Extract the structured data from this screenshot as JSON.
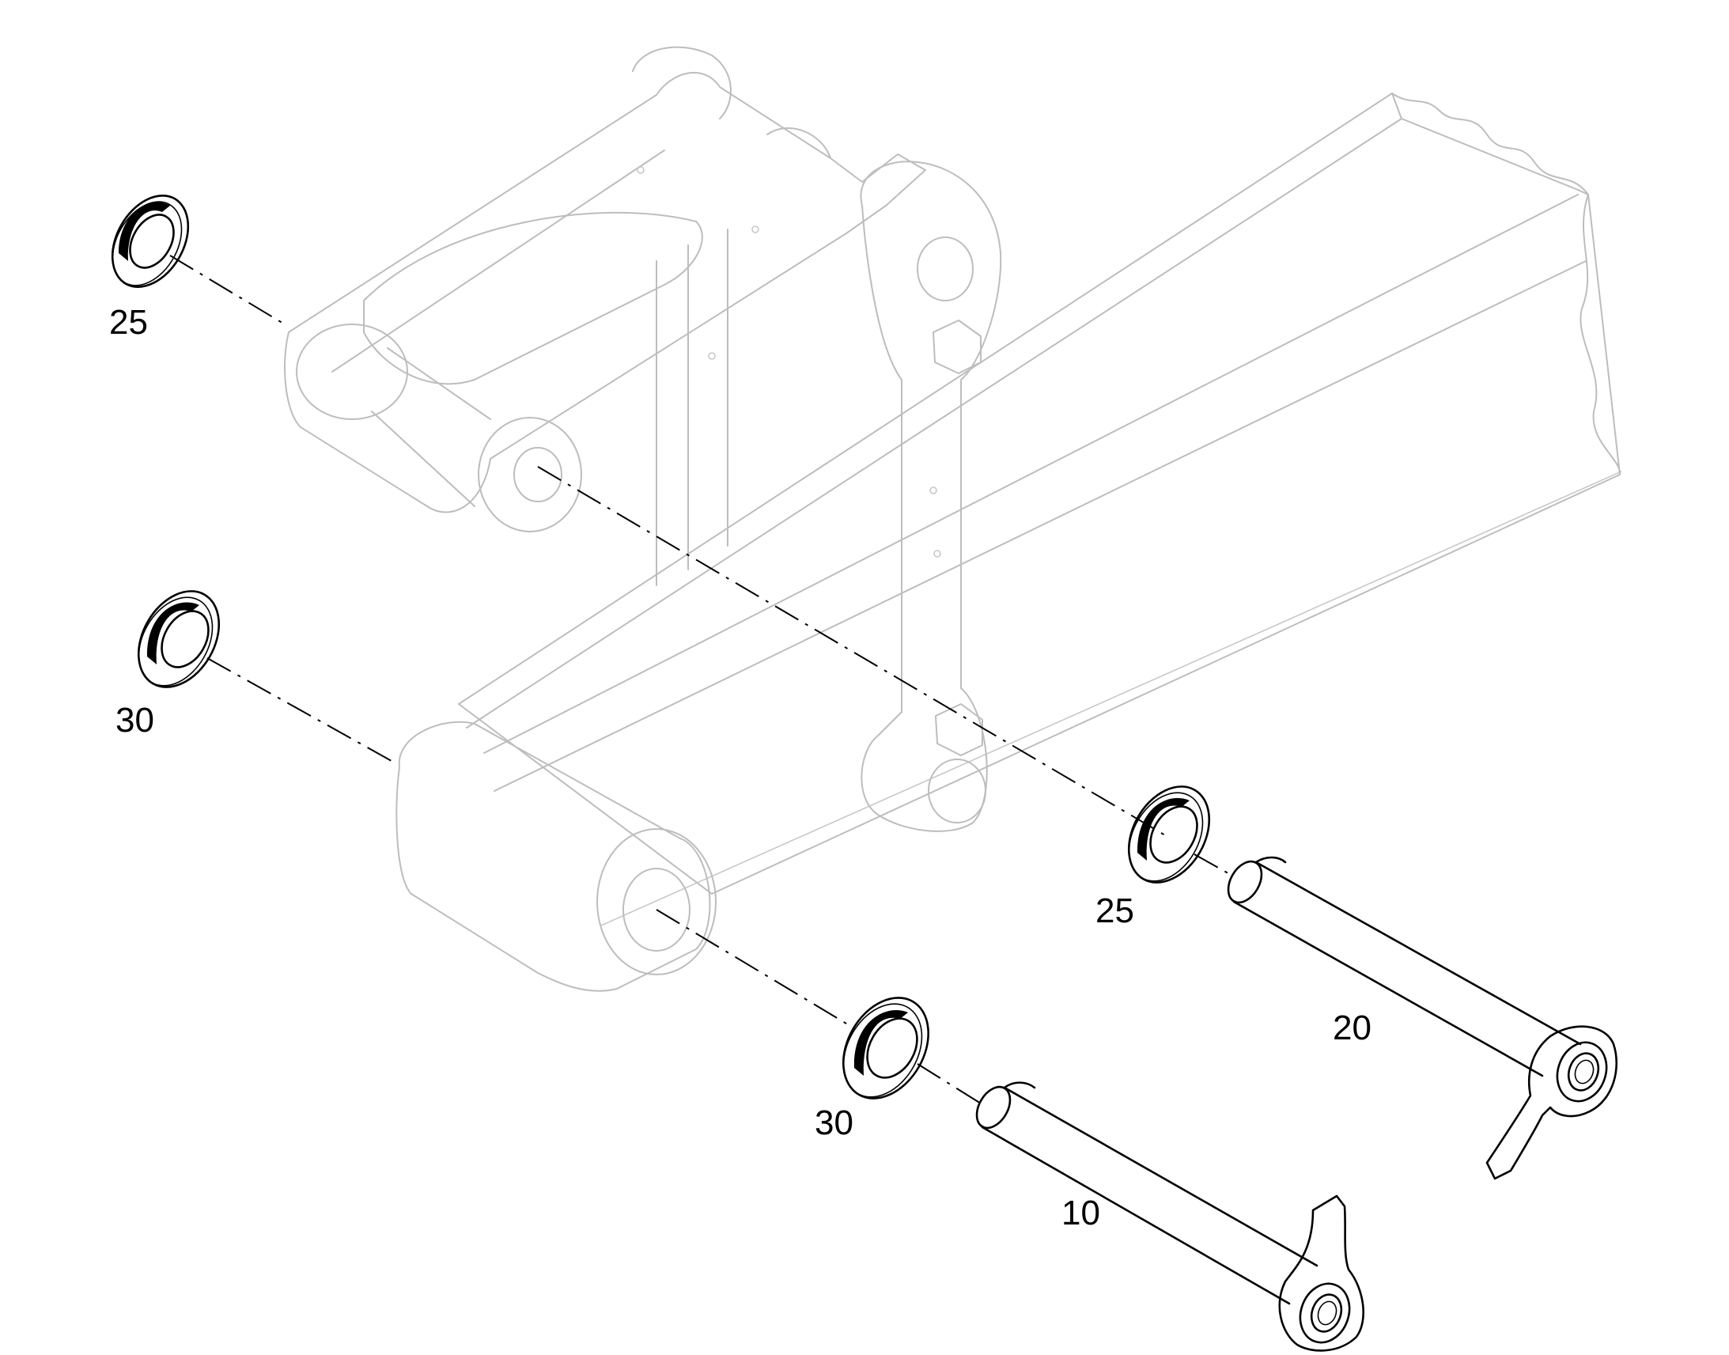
{
  "callouts": {
    "washer_top_left": "25",
    "washer_mid_left": "30",
    "washer_right": "25",
    "washer_bottom": "30",
    "pin_upper": "20",
    "pin_lower": "10"
  },
  "colors": {
    "ink": "#000000",
    "ghost": "#bdbdbd",
    "background": "#ffffff"
  }
}
